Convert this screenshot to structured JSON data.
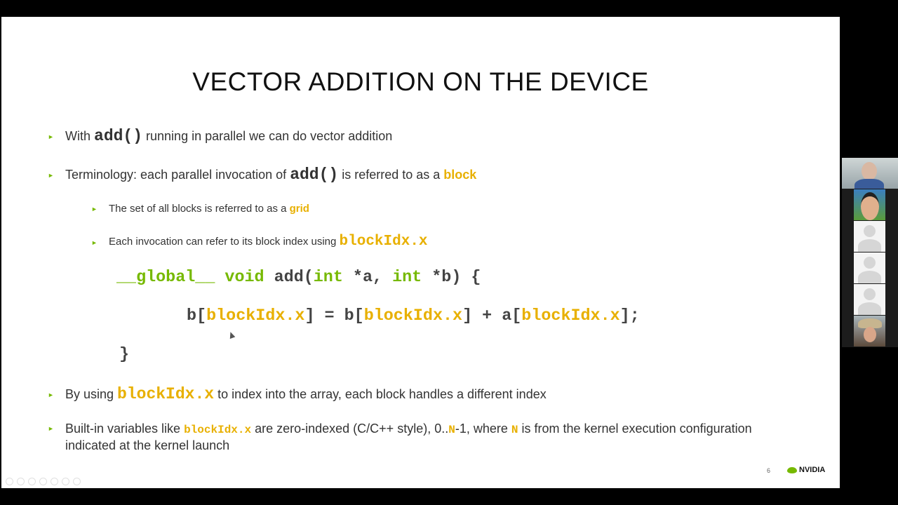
{
  "slide": {
    "title": "VECTOR ADDITION ON THE DEVICE",
    "b1": {
      "pre": "With ",
      "code": "add()",
      "post": " running in parallel we can do vector addition"
    },
    "b2": {
      "pre": "Terminology: each parallel invocation of ",
      "code": "add()",
      "mid": " is referred to as a ",
      "term": "block"
    },
    "b3": {
      "pre": "The set of all blocks is referred to as a ",
      "term": "grid"
    },
    "b4": {
      "pre": "Each invocation can refer to its block index using ",
      "code": "blockIdx.x"
    },
    "code": {
      "l1_kw": "__global__",
      "l1_void": "void",
      "l1_a": " add(",
      "l1_int1": "int",
      "l1_b": " *a, ",
      "l1_int2": "int",
      "l1_c": " *b) {",
      "l2_a": "b[",
      "l2_idx1": "blockIdx.x",
      "l2_b": "] = b[",
      "l2_idx2": "blockIdx.x",
      "l2_c": "] + a[",
      "l2_idx3": "blockIdx.x",
      "l2_d": "];",
      "l3": "}"
    },
    "b5": {
      "pre": "By using ",
      "code": "blockIdx.x",
      "post": " to index into the array, each block handles a different index"
    },
    "b6": {
      "pre": "Built-in variables like ",
      "code": "blockIdx.x",
      "mid1": " are zero-indexed (C/C++ style), 0..",
      "n1": "N",
      "mid2": "-1, where ",
      "n2": "N",
      "post": " is from  the kernel execution configuration indicated at the kernel launch"
    },
    "page_number": "6",
    "logo_text": "NVIDIA"
  },
  "colors": {
    "accent_green": "#76b900",
    "highlight": "#e8b000"
  }
}
